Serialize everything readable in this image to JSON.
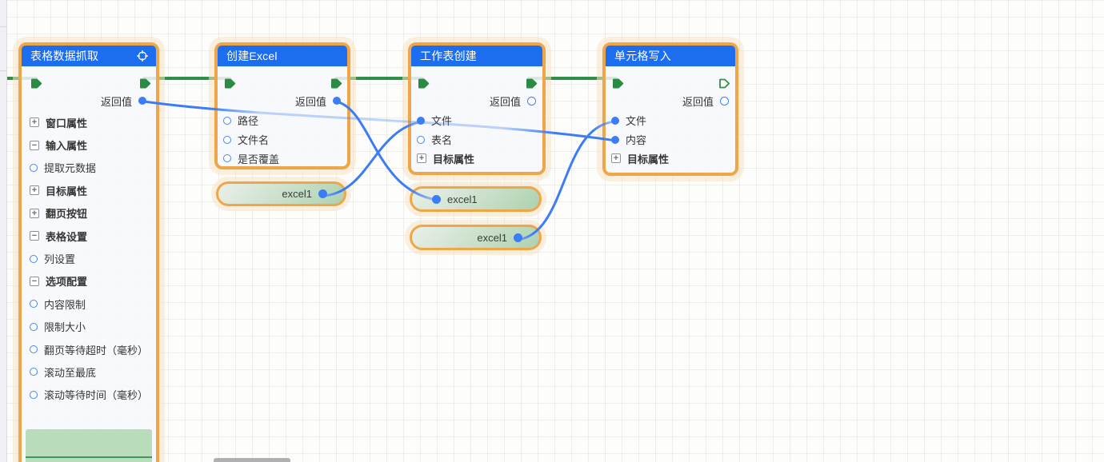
{
  "colors": {
    "header_blue": "#1d6df1",
    "node_border_orange": "#efa64a",
    "flow_green": "#2f8f47",
    "wire_blue": "#3b7cf7",
    "pill_green": "#a8cfa9",
    "loop_block_green": "#b9dcba"
  },
  "nodes": [
    {
      "title": "表格数据抓取",
      "header_icon": "crosshair",
      "return_label": "返回值",
      "rows": [
        {
          "type": "plus",
          "label": "窗口属性"
        },
        {
          "type": "minus",
          "label": "输入属性"
        },
        {
          "type": "circle",
          "label": "提取元数据"
        },
        {
          "type": "plus",
          "label": "目标属性"
        },
        {
          "type": "plus",
          "label": "翻页按钮"
        },
        {
          "type": "minus",
          "label": "表格设置"
        },
        {
          "type": "circle",
          "label": "列设置"
        },
        {
          "type": "minus",
          "label": "选项配置"
        },
        {
          "type": "circle",
          "label": "内容限制"
        },
        {
          "type": "circle",
          "label": "限制大小"
        },
        {
          "type": "circle",
          "label": "翻页等待超时（毫秒）"
        },
        {
          "type": "circle",
          "label": "滚动至最底"
        },
        {
          "type": "circle",
          "label": "滚动等待时间（毫秒）"
        }
      ]
    },
    {
      "title": "创建Excel",
      "return_label": "返回值",
      "rows": [
        {
          "type": "circle",
          "label": "路径"
        },
        {
          "type": "circle",
          "label": "文件名"
        },
        {
          "type": "circle",
          "label": "是否覆盖"
        }
      ]
    },
    {
      "title": "工作表创建",
      "return_label": "返回值",
      "rows": [
        {
          "type": "dot",
          "label": "文件"
        },
        {
          "type": "circle",
          "label": "表名"
        },
        {
          "type": "plus",
          "label": "目标属性"
        }
      ]
    },
    {
      "title": "单元格写入",
      "return_label": "返回值",
      "rows": [
        {
          "type": "dot",
          "label": "文件"
        },
        {
          "type": "dot",
          "label": "内容"
        },
        {
          "type": "plus",
          "label": "目标属性"
        }
      ]
    }
  ],
  "variables": [
    {
      "label": "excel1"
    },
    {
      "label": "excel1"
    },
    {
      "label": "excel1"
    }
  ]
}
